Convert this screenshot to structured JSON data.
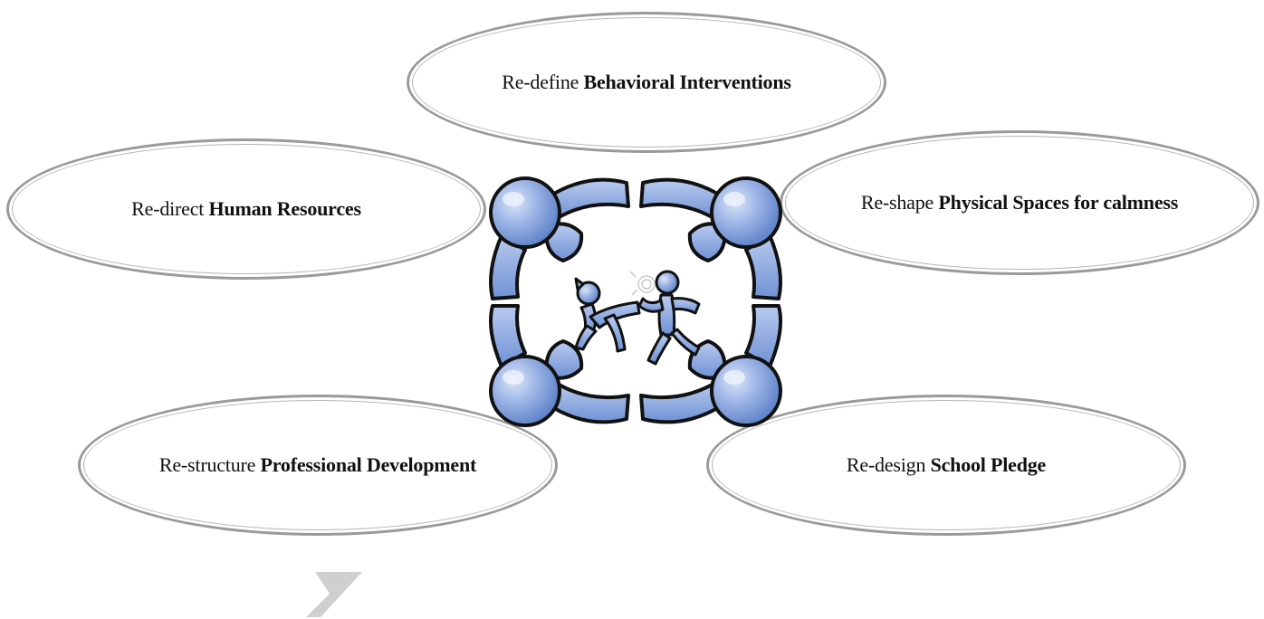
{
  "nodes": [
    {
      "id": "behavioral",
      "prefix": "Re-define",
      "emphasis": "Behavioral Interventions"
    },
    {
      "id": "human",
      "prefix": "Re-direct",
      "emphasis": "Human Resources"
    },
    {
      "id": "physical",
      "prefix": "Re-shape",
      "emphasis": "Physical Spaces for calmness"
    },
    {
      "id": "professional",
      "prefix": "Re-structure",
      "emphasis": "Professional Development"
    },
    {
      "id": "school",
      "prefix": "Re-design",
      "emphasis": "School Pledge"
    }
  ],
  "center_image": {
    "icon": "group-circle-conflict-icon",
    "colors": {
      "fill": "#7f9ed8",
      "fill_light": "#b7c9ee",
      "outline": "#111111"
    }
  },
  "decor": {
    "icon": "gray-arrow-icon",
    "color": "#cfcfcf"
  }
}
